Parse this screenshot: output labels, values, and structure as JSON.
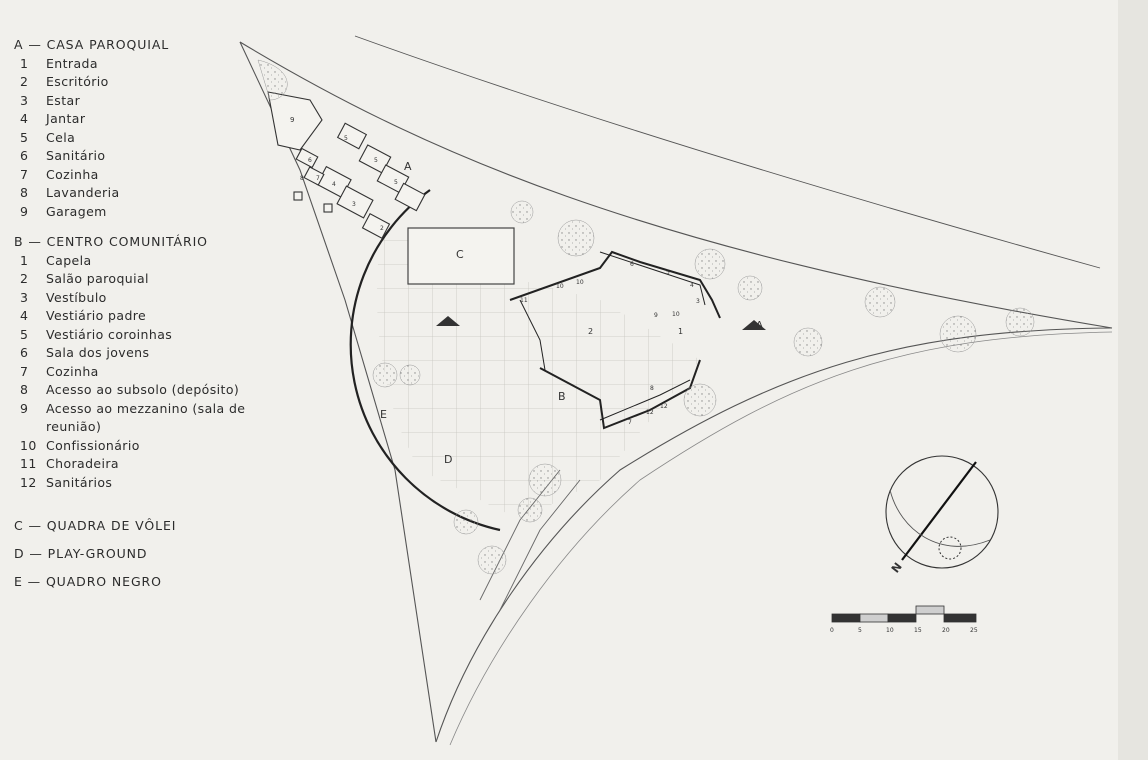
{
  "legend": {
    "a": {
      "title": "A — CASA PAROQUIAL",
      "items": [
        {
          "n": "1",
          "label": "Entrada"
        },
        {
          "n": "2",
          "label": "Escritório"
        },
        {
          "n": "3",
          "label": "Estar"
        },
        {
          "n": "4",
          "label": "Jantar"
        },
        {
          "n": "5",
          "label": "Cela"
        },
        {
          "n": "6",
          "label": "Sanitário"
        },
        {
          "n": "7",
          "label": "Cozinha"
        },
        {
          "n": "8",
          "label": "Lavanderia"
        },
        {
          "n": "9",
          "label": "Garagem"
        }
      ]
    },
    "b": {
      "title": "B — CENTRO COMUNITÁRIO",
      "items": [
        {
          "n": "1",
          "label": "Capela"
        },
        {
          "n": "2",
          "label": "Salão paroquial"
        },
        {
          "n": "3",
          "label": "Vestíbulo"
        },
        {
          "n": "4",
          "label": "Vestiário padre"
        },
        {
          "n": "5",
          "label": "Vestiário coroinhas"
        },
        {
          "n": "6",
          "label": "Sala dos jovens"
        },
        {
          "n": "7",
          "label": "Cozinha"
        },
        {
          "n": "8",
          "label": "Acesso ao subsolo (depósito)"
        },
        {
          "n": "9",
          "label": "Acesso ao mezzanino (sala de reunião)"
        },
        {
          "n": "10",
          "label": "Confissionário"
        },
        {
          "n": "11",
          "label": "Choradeira"
        },
        {
          "n": "12",
          "label": "Sanitários"
        }
      ]
    },
    "c": "C — QUADRA DE VÔLEI",
    "d": "D — PLAY-GROUND",
    "e": "E — QUADRO NEGRO"
  },
  "plan_labels": {
    "casa": "A",
    "quadra": "C",
    "salao_num": "2",
    "capela_num": "1",
    "centro": "B",
    "playground": "D",
    "quadro": "E",
    "section_a": "A",
    "garagem_num": "9",
    "room_nums": [
      "5",
      "5",
      "5",
      "4",
      "3",
      "2",
      "6",
      "7",
      "8"
    ],
    "centro_nums": [
      "11",
      "10",
      "10",
      "6",
      "5",
      "4",
      "3",
      "9",
      "10",
      "8",
      "7",
      "12",
      "12"
    ]
  },
  "north_label": "N",
  "scale": {
    "ticks": [
      "0",
      "5",
      "10",
      "15",
      "20",
      "25"
    ]
  }
}
